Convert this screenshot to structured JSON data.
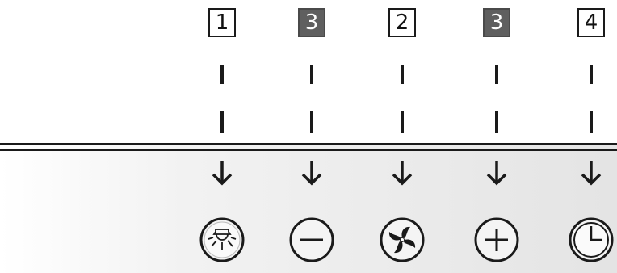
{
  "callouts": [
    {
      "label": "1",
      "style": "outline",
      "icon": "lamp-icon"
    },
    {
      "label": "3",
      "style": "filled",
      "icon": "minus-circle-icon"
    },
    {
      "label": "2",
      "style": "outline",
      "icon": "fan-icon"
    },
    {
      "label": "3",
      "style": "filled",
      "icon": "plus-circle-icon"
    },
    {
      "label": "4",
      "style": "outline",
      "icon": "clock-icon"
    }
  ],
  "colors": {
    "line": "#1a1a1a",
    "filled_box": "#5f5f5f"
  }
}
